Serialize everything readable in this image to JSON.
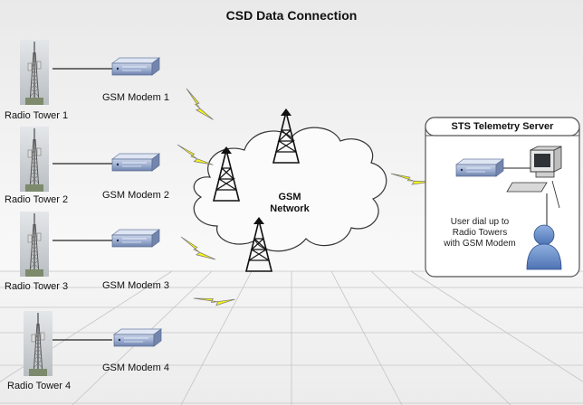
{
  "title": "CSD Data Connection",
  "towers": [
    {
      "label": "Radio Tower 1",
      "modem": "GSM Modem 1"
    },
    {
      "label": "Radio Tower  2",
      "modem": "GSM Modem 2"
    },
    {
      "label": "Radio Tower 3",
      "modem": "GSM Modem 3"
    },
    {
      "label": "Radio Tower 4",
      "modem": "GSM Modem 4"
    }
  ],
  "network": {
    "line1": "GSM",
    "line2": "Network"
  },
  "server": {
    "title": "STS Telemetry Server",
    "note": [
      "User dial up to",
      "Radio Towers",
      "with GSM Modem"
    ]
  },
  "icons": [
    "radio-tower-icon",
    "gsm-modem-icon",
    "lightning-bolt-icon",
    "cell-tower-icon",
    "computer-icon",
    "user-icon"
  ],
  "colors": {
    "lightning": "#f4f21c",
    "server_border": "#555555",
    "user": "#6a8fc8",
    "modem": "#8fa2c9"
  }
}
